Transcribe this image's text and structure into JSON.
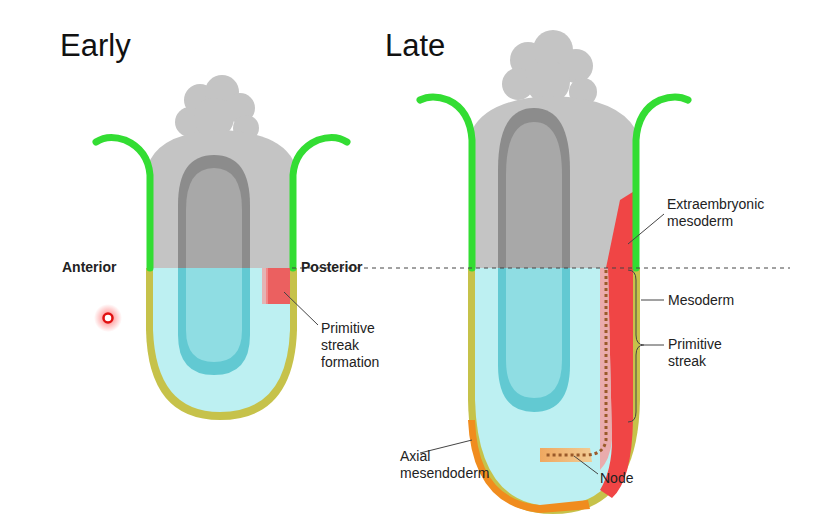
{
  "diagram": {
    "labels": [
      "Early",
      "Late",
      "Anterior",
      "Posterior",
      "Primitive streak formation",
      "Extraembryonic mesoderm",
      "Mesoderm",
      "Primitive streak",
      "Axial mesendoderm",
      "Node"
    ]
  }
}
